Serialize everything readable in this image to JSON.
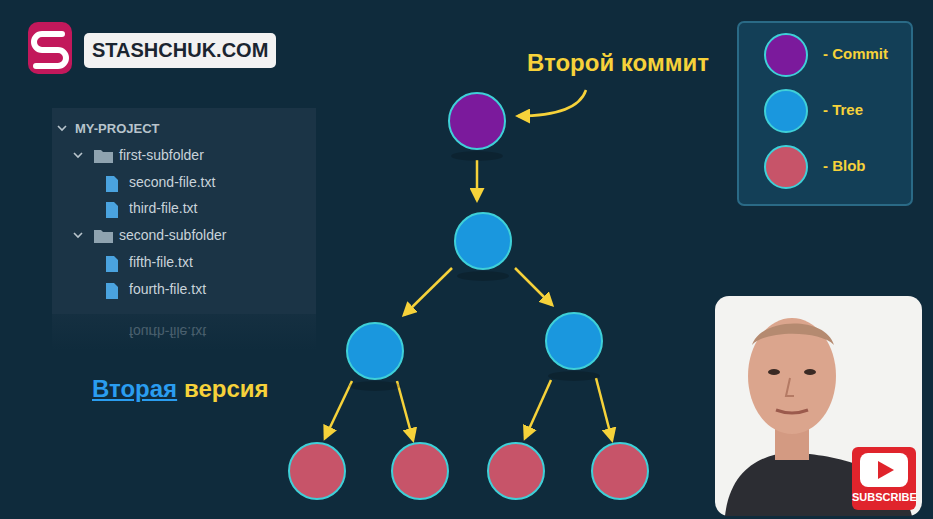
{
  "diagram": {
    "labels": [
      "STASHCHUK.COM",
      "MY-PROJECT",
      "first-subfolder",
      "second-file.txt",
      "third-file.txt",
      "second-subfolder",
      "fifth-file.txt",
      "fourth-file.txt",
      "fourth-file.txt",
      "Второй коммит",
      "Вторая",
      "версия",
      "SUBSCRIBE"
    ],
    "legend": [
      {
        "text": "- Commit",
        "color": "#7b1a9c"
      },
      {
        "text": "- Tree",
        "color": "#1a97de"
      },
      {
        "text": "- Blob",
        "color": "#c75469"
      }
    ]
  }
}
